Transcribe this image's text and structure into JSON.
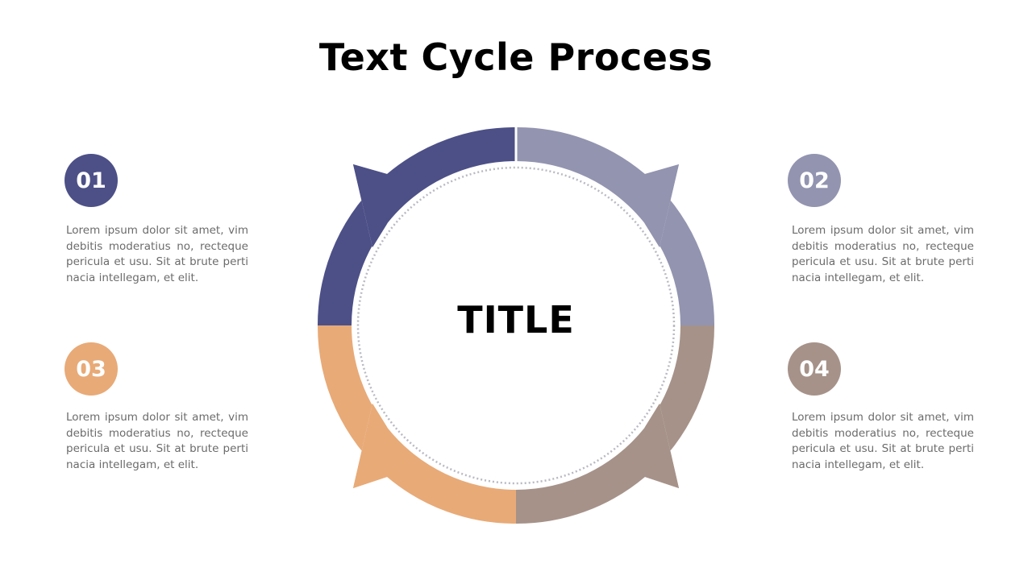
{
  "title": "Text Cycle Process",
  "center_title": "TITLE",
  "steps": [
    {
      "number": "01",
      "color": "#4d5087",
      "text": "Lorem ipsum dolor sit amet, vim debitis moderatius no, recteque pericula et usu. Sit at brute pertinacia intellegam, et elit."
    },
    {
      "number": "02",
      "color": "#9294b0",
      "text": "Lorem ipsum dolor sit amet, vim debitis moderatius no, recteque pericula et usu. Sit at brute pertinacia intellegam, et elit."
    },
    {
      "number": "03",
      "color": "#e8aa77",
      "text": "Lorem ipsum dolor sit amet, vim debitis moderatius no, recteque pericula et usu. Sit at brute pertinacia intellegam, et elit."
    },
    {
      "number": "04",
      "color": "#a69289",
      "text": "Lorem ipsum dolor sit amet, vim debitis moderatius no, recteque pericula et usu. Sit at brute pertinacia intellegam, et elit."
    }
  ],
  "inner_ring_color": "#b9b9c2"
}
